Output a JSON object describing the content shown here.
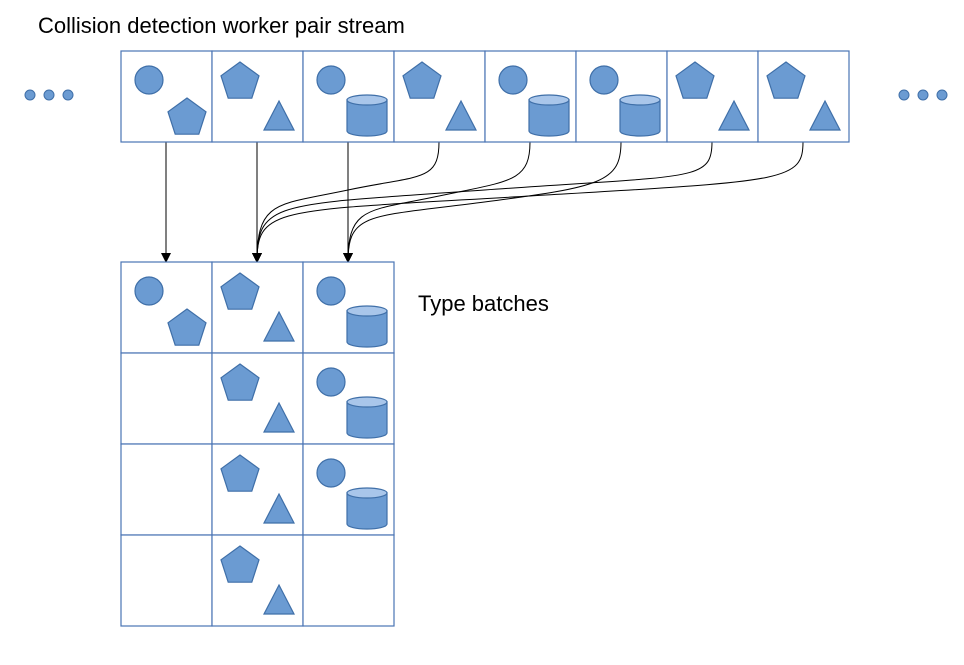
{
  "title": "Collision detection worker pair stream",
  "batches_label": "Type batches",
  "colors": {
    "shape_fill": "#6b9bd2",
    "shape_stroke": "#3f6fa8",
    "cylinder_top": "#a9c6ea",
    "cell_border": "#4a74b4",
    "arrow": "#000000"
  },
  "stream": [
    [
      "circle",
      "pentagon"
    ],
    [
      "pentagon",
      "triangle"
    ],
    [
      "circle",
      "cylinder"
    ],
    [
      "pentagon",
      "triangle"
    ],
    [
      "circle",
      "cylinder"
    ],
    [
      "circle",
      "cylinder"
    ],
    [
      "pentagon",
      "triangle"
    ],
    [
      "pentagon",
      "triangle"
    ]
  ],
  "ellipsis_icon": "three-dots-icon",
  "batches": [
    [
      [
        "circle",
        "pentagon"
      ],
      [
        "pentagon",
        "triangle"
      ],
      [
        "circle",
        "cylinder"
      ]
    ],
    [
      null,
      [
        "pentagon",
        "triangle"
      ],
      [
        "circle",
        "cylinder"
      ]
    ],
    [
      null,
      [
        "pentagon",
        "triangle"
      ],
      [
        "circle",
        "cylinder"
      ]
    ],
    [
      null,
      [
        "pentagon",
        "triangle"
      ],
      null
    ]
  ],
  "connections": [
    {
      "from": 0,
      "to": 0
    },
    {
      "from": 1,
      "to": 1
    },
    {
      "from": 2,
      "to": 2
    },
    {
      "from": 3,
      "to": 1
    },
    {
      "from": 4,
      "to": 2
    },
    {
      "from": 5,
      "to": 2
    },
    {
      "from": 6,
      "to": 1
    },
    {
      "from": 7,
      "to": 1
    }
  ]
}
